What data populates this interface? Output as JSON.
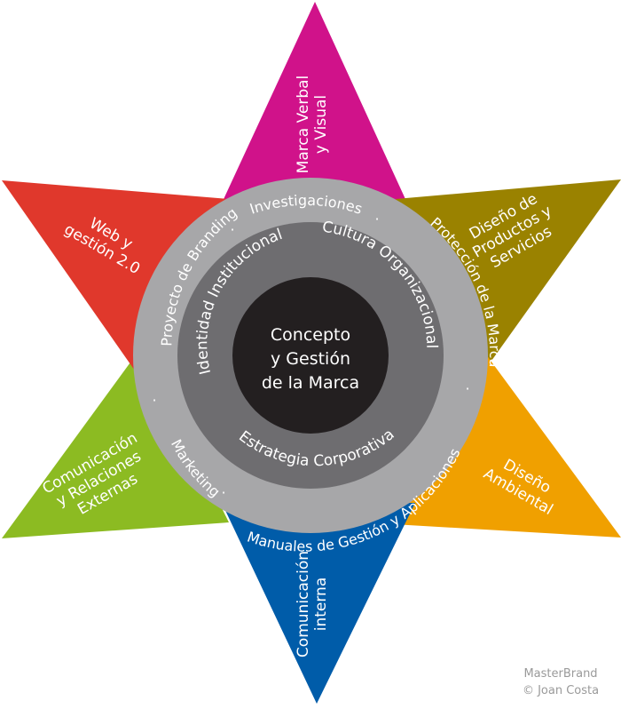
{
  "diagram": {
    "center": {
      "lines": [
        "Concepto",
        "y Gestión",
        "de la Marca"
      ],
      "color": "#231f20"
    },
    "inner_ring": {
      "color": "#6e6d70",
      "labels": {
        "identidad": "Identidad Institucional",
        "cultura": "Cultura Organizacional",
        "estrategia": "Estrategia Corporativa"
      }
    },
    "outer_ring": {
      "color": "#a7a7a9",
      "labels": {
        "investigaciones": "Investigaciones",
        "proteccion": "Protección de la Marca",
        "manuales": "Manuales de Gestión y Aplicaciones",
        "marketing": "Marketing",
        "branding": "Proyecto de Branding"
      },
      "separator": "·"
    },
    "points": [
      {
        "key": "top",
        "lines": [
          "Marca Verbal",
          "y Visual"
        ],
        "color": "#d0128a"
      },
      {
        "key": "upper_right",
        "lines": [
          "Diseño de",
          "Productos y",
          "Servicios"
        ],
        "color": "#9a8200"
      },
      {
        "key": "lower_right",
        "lines": [
          "Diseño",
          "Ambiental"
        ],
        "color": "#f0a000"
      },
      {
        "key": "bottom",
        "lines": [
          "Comunicación",
          "interna"
        ],
        "color": "#005ca9"
      },
      {
        "key": "lower_left",
        "lines": [
          "Comunicación",
          "y Relaciones",
          "Externas"
        ],
        "color": "#8cbb22"
      },
      {
        "key": "upper_left",
        "lines": [
          "Web y",
          "gestión 2.0"
        ],
        "color": "#e0382c"
      }
    ]
  },
  "credit": {
    "line1": "MasterBrand",
    "line2": "© Joan Costa"
  }
}
